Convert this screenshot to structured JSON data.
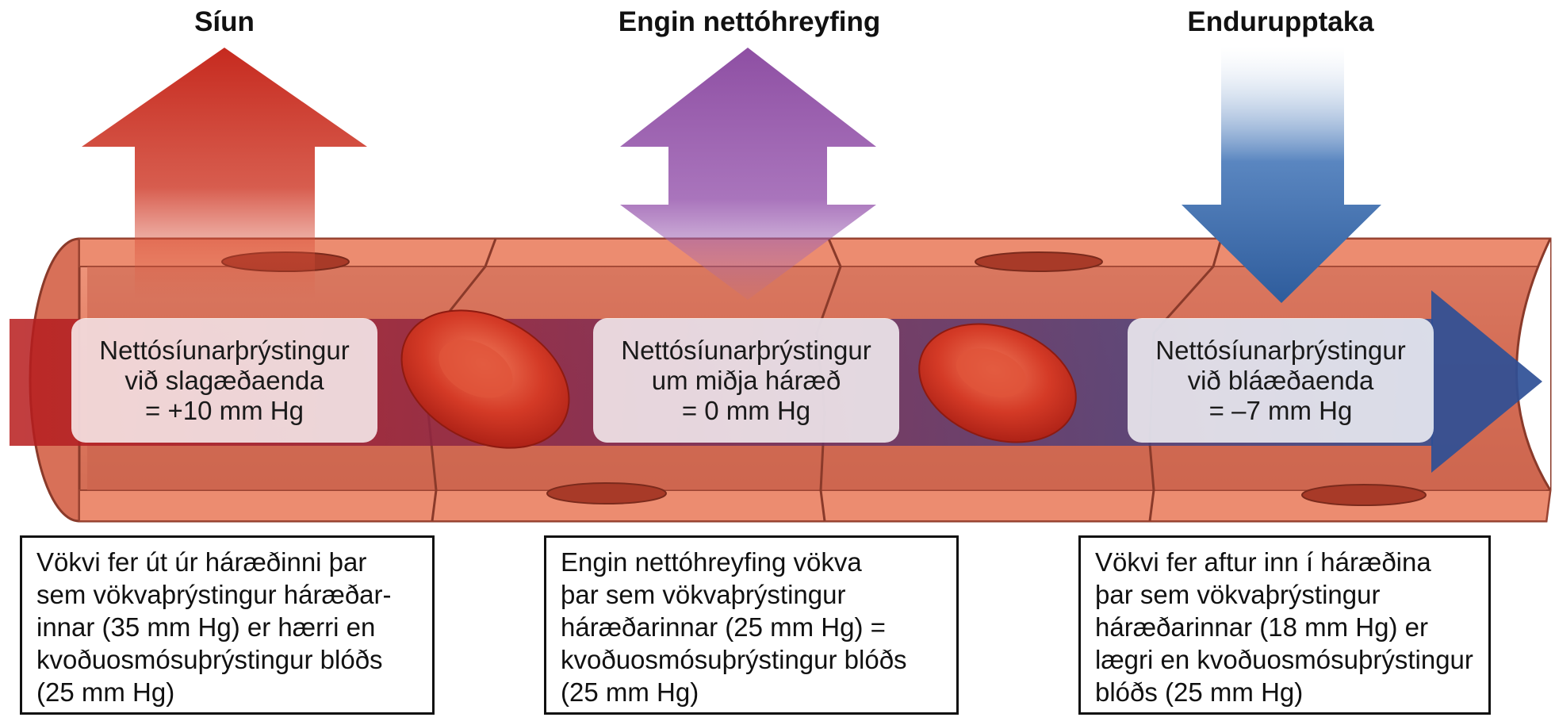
{
  "headings": {
    "left": "Síun",
    "middle": "Engin nettóhreyfing",
    "right": "Endurupptaka"
  },
  "pressure_boxes": {
    "left": [
      "Nettósíunarþrýstingur",
      "við slagæðaenda",
      "= +10 mm Hg"
    ],
    "middle": [
      "Nettósíunarþrýstingur",
      "um miðja háræð",
      "= 0 mm Hg"
    ],
    "right": [
      "Nettósíunarþrýstingur",
      "við bláæðaenda",
      "= –7 mm Hg"
    ]
  },
  "descriptions": {
    "left": [
      "Vökvi fer út úr háræðinni þar",
      "sem vökvaþrýstingur háræðar-",
      "innar (35 mm Hg) er hærri en",
      "kvoðuosmósuþrýstingur blóðs",
      "(25 mm Hg)"
    ],
    "middle": [
      "Engin nettóhreyfing vökva",
      "þar sem vökvaþrýstingur",
      "háræðarinnar (25 mm Hg) =",
      "kvoðuosmósuþrýstingur blóðs",
      "(25 mm Hg)"
    ],
    "right": [
      "Vökvi fer aftur inn í háræðina",
      "þar sem vökvaþrýstingur",
      "háræðarinnar (18 mm Hg) er",
      "lægri en kvoðuosmósuþrýstingur",
      "blóðs (25 mm Hg)"
    ]
  },
  "colors": {
    "filtration_arrow": "#c62a1f",
    "no_net_arrow": "#8e4fa3",
    "reabsorption_arrow": "#2e5c9c",
    "capillary_wall": "#e07a60",
    "capillary_lumen": "#c8614a",
    "red_blood_cell": "#d43a26",
    "flow_gradient_start": "#b81c1c",
    "flow_gradient_end": "#2e4f96"
  }
}
